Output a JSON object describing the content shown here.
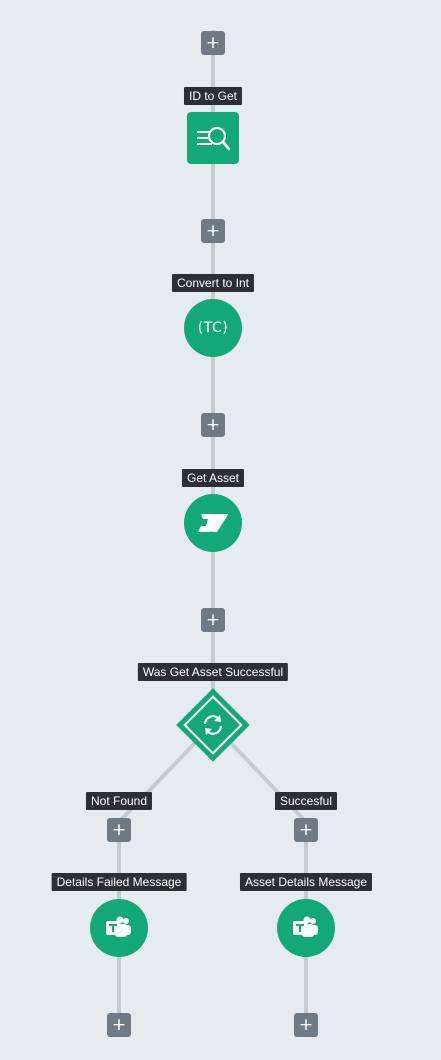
{
  "add_step_symbol": "+",
  "nodes": [
    {
      "label": "ID to Get",
      "icon": "search-list-icon"
    },
    {
      "label": "Convert to Int",
      "icon_text": "(TC)"
    },
    {
      "label": "Get Asset",
      "icon": "d7-logo-icon"
    },
    {
      "label": "Was Get Asset Successful",
      "icon": "refresh-icon"
    }
  ],
  "branches": [
    {
      "label": "Not Found",
      "node_label": "Details Failed Message",
      "icon": "teams-icon"
    },
    {
      "label": "Succesful",
      "node_label": "Asset Details Message",
      "icon": "teams-icon"
    }
  ],
  "colors": {
    "node": "#13a877",
    "connector": "#c6cbd1",
    "add_button": "#6f7a84",
    "label_bg": "#2c2f33",
    "background": "#e6ebf0"
  }
}
